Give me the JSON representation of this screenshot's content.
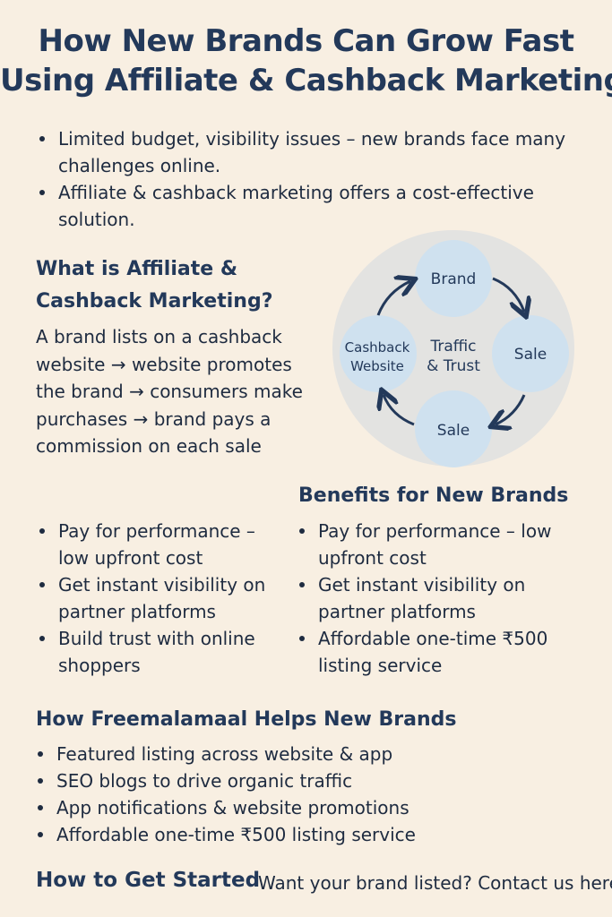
{
  "title": {
    "line1": "How New Brands Can Grow Fast",
    "line2": "Using Affiliate & Cashback Marketing"
  },
  "intro": {
    "items": [
      "Limited budget, visibility issues – new brands face many challenges online.",
      "Affiliate & cashback marketing offers a cost-effective solution."
    ]
  },
  "what_is": {
    "heading_line1": "What is Affiliate &",
    "heading_line2": "Cashback Marketing?",
    "lines": [
      "A brand lists on a cashback",
      "website → website promotes",
      "the brand → consumers make",
      "purchases → brand pays a",
      "commission on each sale"
    ]
  },
  "cycle": {
    "nodes": {
      "top": "Brand",
      "right": "Sale",
      "bottom": "Sale",
      "left_line1": "Cashback",
      "left_line2": "Website"
    },
    "center_line1": "Traffic",
    "center_line2": "& Trust",
    "colors": {
      "outer": "#e3e3e1",
      "node": "#cfe1ef",
      "arrow": "#23395a"
    }
  },
  "benefits": {
    "heading": "Benefits for New Brands",
    "left": [
      "Pay for performance – low upfront cost",
      "Get instant visibility on partner platforms",
      "Build trust with online shoppers"
    ],
    "right": [
      "Pay for performance – low upfront cost",
      "Get instant visibility on partner platforms",
      "Affordable one-time ₹500 listing service"
    ]
  },
  "helps": {
    "heading": "How Freemalamaal Helps New Brands",
    "items": [
      "Featured listing across website & app",
      "SEO blogs to drive organic traffic",
      "App notifications & website promotions",
      "Affordable one-time ₹500 listing service"
    ]
  },
  "footer": {
    "heading": "How to Get Started",
    "link": "Want your brand listed? Contact us here"
  }
}
